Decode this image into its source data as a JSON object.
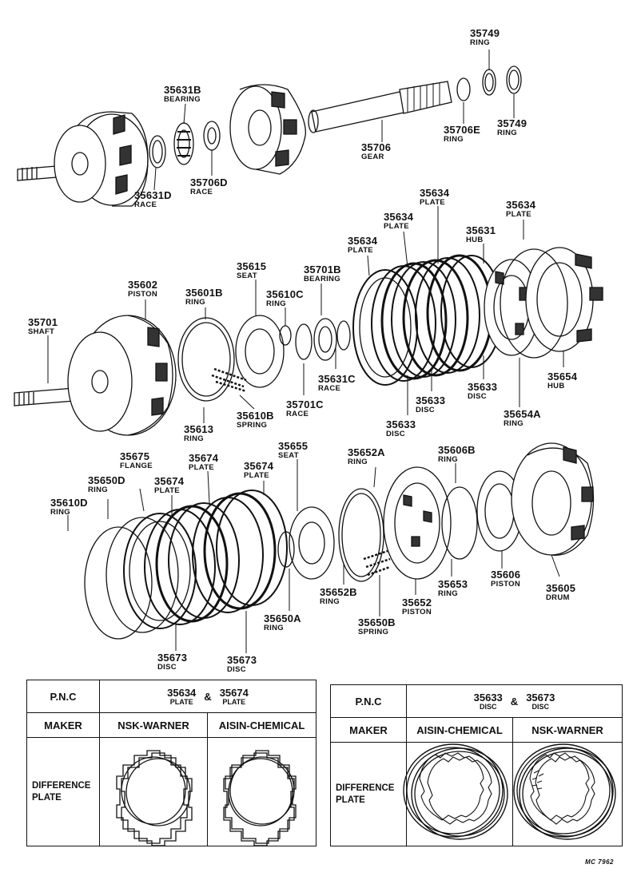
{
  "parts": {
    "p35749_top": {
      "num": "35749",
      "name": "RING"
    },
    "p35631b": {
      "num": "35631B",
      "name": "BEARING"
    },
    "p35706e": {
      "num": "35706E",
      "name": "RING"
    },
    "p35749_r": {
      "num": "35749",
      "name": "RING"
    },
    "p35706": {
      "num": "35706",
      "name": "GEAR"
    },
    "p35706d": {
      "num": "35706D",
      "name": "RACE"
    },
    "p35631d": {
      "num": "35631D",
      "name": "RACE"
    },
    "p35634_a": {
      "num": "35634",
      "name": "PLATE"
    },
    "p35634_b": {
      "num": "35634",
      "name": "PLATE"
    },
    "p35634_c": {
      "num": "35634",
      "name": "PLATE"
    },
    "p35634_d": {
      "num": "35634",
      "name": "PLATE"
    },
    "p35631": {
      "num": "35631",
      "name": "HUB"
    },
    "p35615": {
      "num": "35615",
      "name": "SEAT"
    },
    "p35701b": {
      "num": "35701B",
      "name": "BEARING"
    },
    "p35602": {
      "num": "35602",
      "name": "PISTON"
    },
    "p35601b": {
      "num": "35601B",
      "name": "RING"
    },
    "p35610c": {
      "num": "35610C",
      "name": "RING"
    },
    "p35701": {
      "num": "35701",
      "name": "SHAFT"
    },
    "p35631c": {
      "num": "35631C",
      "name": "RACE"
    },
    "p35633_a": {
      "num": "35633",
      "name": "DISC"
    },
    "p35633_b": {
      "num": "35633",
      "name": "DISC"
    },
    "p35633_c": {
      "num": "35633",
      "name": "DISC"
    },
    "p35654": {
      "num": "35654",
      "name": "HUB"
    },
    "p35654a": {
      "num": "35654A",
      "name": "RING"
    },
    "p35610b": {
      "num": "35610B",
      "name": "SPRING"
    },
    "p35701c": {
      "num": "35701C",
      "name": "RACE"
    },
    "p35613": {
      "num": "35613",
      "name": "RING"
    },
    "p35655": {
      "num": "35655",
      "name": "SEAT"
    },
    "p35675": {
      "num": "35675",
      "name": "FLANGE"
    },
    "p35674_a": {
      "num": "35674",
      "name": "PLATE"
    },
    "p35674_b": {
      "num": "35674",
      "name": "PLATE"
    },
    "p35674_c": {
      "num": "35674",
      "name": "PLATE"
    },
    "p35650d": {
      "num": "35650D",
      "name": "RING"
    },
    "p35652a": {
      "num": "35652A",
      "name": "RING"
    },
    "p35606b": {
      "num": "35606B",
      "name": "RING"
    },
    "p35610d": {
      "num": "35610D",
      "name": "RING"
    },
    "p35653": {
      "num": "35653",
      "name": "RING"
    },
    "p35606": {
      "num": "35606",
      "name": "PISTON"
    },
    "p35605": {
      "num": "35605",
      "name": "DRUM"
    },
    "p35652b": {
      "num": "35652B",
      "name": "RING"
    },
    "p35652": {
      "num": "35652",
      "name": "PISTON"
    },
    "p35650a": {
      "num": "35650A",
      "name": "RING"
    },
    "p35650b": {
      "num": "35650B",
      "name": "SPRING"
    },
    "p35673_a": {
      "num": "35673",
      "name": "DISC"
    },
    "p35673_b": {
      "num": "35673",
      "name": "DISC"
    }
  },
  "table_left": {
    "pnc": "P.N.C",
    "part1": {
      "num": "35634",
      "name": "PLATE"
    },
    "amp": "&",
    "part2": {
      "num": "35674",
      "name": "PLATE"
    },
    "maker": "MAKER",
    "maker1": "NSK-WARNER",
    "maker2": "AISIN-CHEMICAL",
    "diff1": "DIFFERENCE",
    "diff2": "PLATE"
  },
  "table_right": {
    "pnc": "P.N.C",
    "part1": {
      "num": "35633",
      "name": "DISC"
    },
    "amp": "&",
    "part2": {
      "num": "35673",
      "name": "DISC"
    },
    "maker": "MAKER",
    "maker1": "AISIN-CHEMICAL",
    "maker2": "NSK-WARNER",
    "diff1": "DIFFERENCE",
    "diff2": "PLATE"
  },
  "footer_code": "MC 7962"
}
